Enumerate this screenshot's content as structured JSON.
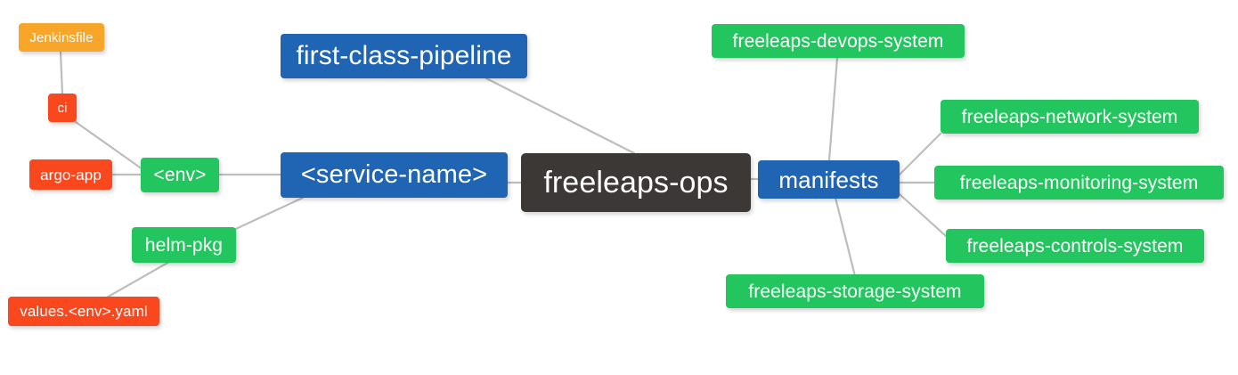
{
  "diagram": {
    "type": "mindmap",
    "title": "freeleaps-ops",
    "background": "#ffffff",
    "edge_color": "#bdbdbd",
    "palette": {
      "root": "#3b3835",
      "blue": "#2065b4",
      "green": "#22c55e",
      "amber": "#f7a629",
      "red": "#f9481e",
      "text": "#ffffff"
    }
  },
  "nodes": {
    "root": {
      "label": "freeleaps-ops",
      "color": "#3b3835"
    },
    "first_class_pipeline": {
      "label": "first-class-pipeline",
      "color": "#2065b4"
    },
    "service_name": {
      "label": "<service-name>",
      "color": "#2065b4"
    },
    "manifests": {
      "label": "manifests",
      "color": "#2065b4"
    },
    "env": {
      "label": "<env>",
      "color": "#22c55e"
    },
    "helm_pkg": {
      "label": "helm-pkg",
      "color": "#22c55e"
    },
    "jenkinsfile": {
      "label": "Jenkinsfile",
      "color": "#f7a629"
    },
    "ci": {
      "label": "ci",
      "color": "#f9481e"
    },
    "argo_app": {
      "label": "argo-app",
      "color": "#f9481e"
    },
    "values_yaml": {
      "label": "values.<env>.yaml",
      "color": "#f9481e"
    },
    "devops_system": {
      "label": "freeleaps-devops-system",
      "color": "#22c55e"
    },
    "network_system": {
      "label": "freeleaps-network-system",
      "color": "#22c55e"
    },
    "monitoring_system": {
      "label": "freeleaps-monitoring-system",
      "color": "#22c55e"
    },
    "controls_system": {
      "label": "freeleaps-controls-system",
      "color": "#22c55e"
    },
    "storage_system": {
      "label": "freeleaps-storage-system",
      "color": "#22c55e"
    }
  },
  "edges": [
    {
      "from": "jenkinsfile",
      "to": "ci"
    },
    {
      "from": "ci",
      "to": "env"
    },
    {
      "from": "argo_app",
      "to": "env"
    },
    {
      "from": "env",
      "to": "service_name"
    },
    {
      "from": "values_yaml",
      "to": "helm_pkg"
    },
    {
      "from": "helm_pkg",
      "to": "service_name"
    },
    {
      "from": "service_name",
      "to": "root"
    },
    {
      "from": "first_class_pipeline",
      "to": "root"
    },
    {
      "from": "root",
      "to": "manifests"
    },
    {
      "from": "manifests",
      "to": "devops_system"
    },
    {
      "from": "manifests",
      "to": "network_system"
    },
    {
      "from": "manifests",
      "to": "monitoring_system"
    },
    {
      "from": "manifests",
      "to": "controls_system"
    },
    {
      "from": "manifests",
      "to": "storage_system"
    }
  ]
}
